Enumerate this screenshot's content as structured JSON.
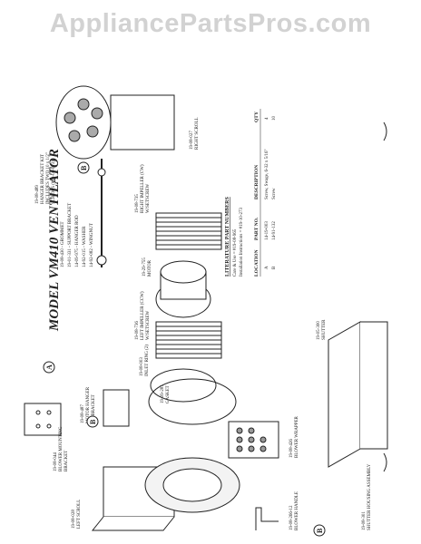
{
  "watermark": "AppliancePartsPros.com",
  "title": "MODEL VM410 VENTILATOR",
  "parts": {
    "left_scroll": [
      "19-08-028",
      "LEFT SCROLL"
    ],
    "mounting_bracket": [
      "19-08-044",
      "BLOWER MOUNTING",
      "BRACKET"
    ],
    "motor_hanger": [
      "19-08-487",
      "MOTOR HANGER",
      "\"L\" BRACKET"
    ],
    "inlet_ring": [
      "19-08-003",
      "INLET RING (2)"
    ],
    "gasket": [
      "19-09-281",
      "GASKET"
    ],
    "blower_wrapper": [
      "19-08-426",
      "BLOWER WRAPPER"
    ],
    "blower_handle": [
      "19-08-266-12",
      "BLOWER HANDLE"
    ],
    "left_impeller": [
      "19-08-736",
      "LEFT IMPELLER (CCW)",
      "W/SETSCREW"
    ],
    "motor": [
      "19-29-755",
      "MOTOR"
    ],
    "right_impeller": [
      "19-08-735",
      "RIGHT IMPELLER (CW)",
      "W/SETSCREW"
    ],
    "right_scroll": [
      "19-08-027",
      "RIGHT SCROLL"
    ],
    "shutter": [
      "19-05-300",
      "SHUTTER"
    ],
    "shutter_housing": [
      "19-08-301",
      "SHUTTER HOUSING ASSEMBLY"
    ],
    "hanger_kit": [
      "19-08-489",
      "HANGER BRACKET KIT",
      "INCLUDES TWO 10 x 1/2\"",
      "SCREWS (#14-01-073)"
    ]
  },
  "hardware": [
    "19-08-430 - GROMMET",
    "19-01-331 - SUPPORT BRACKET",
    "14-09-975 - HANGER ROD",
    "14-92-015 - WASHER",
    "14-92-082 - WINGNUT"
  ],
  "literature": {
    "heading": "LITERATURE PART NUMBERS",
    "lines": [
      "Care & Use = #19-08-965",
      "Installation Instructions = #19-10-273"
    ]
  },
  "table": {
    "headers": [
      "LOCATION",
      "PART NO.",
      "DESCRIPTION",
      "QTY"
    ],
    "rows": [
      [
        "A",
        "14-19-003",
        "Screw, Swage, 6-32 x 5/16\"",
        "4"
      ],
      [
        "B",
        "14-91-132",
        "Screw",
        "10"
      ]
    ]
  },
  "callouts": {
    "a": "A",
    "b": "B"
  }
}
